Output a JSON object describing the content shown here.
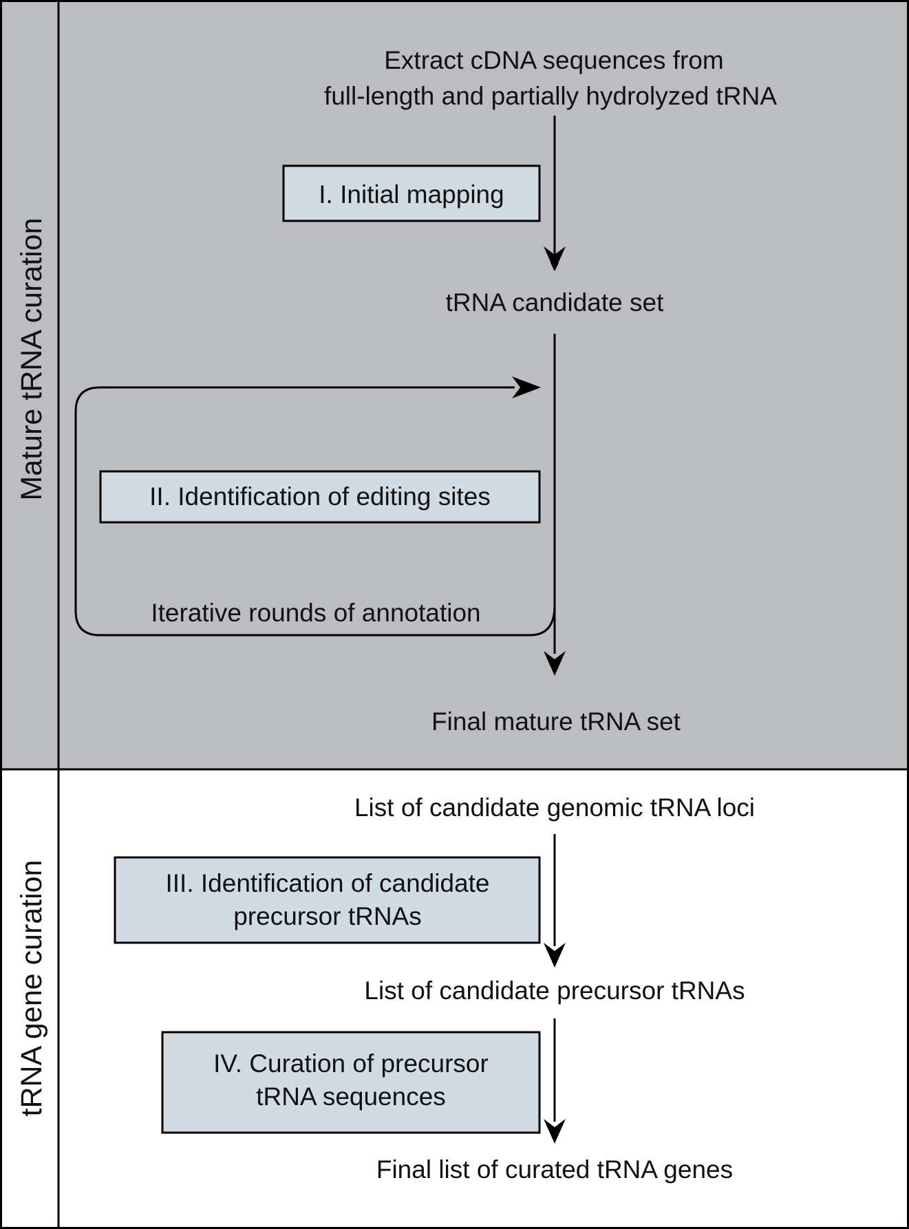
{
  "colors": {
    "top_panel_bg": "#bcbdc0",
    "bottom_panel_bg": "#ffffff",
    "step_box_bg": "#d1dbe4",
    "line": "#000000"
  },
  "sections": {
    "mature": "Mature tRNA curation",
    "gene": "tRNA gene curation"
  },
  "mature_flow": {
    "input_line1": "Extract cDNA sequences from",
    "input_line2": "full-length and partially hydrolyzed tRNA",
    "step1": "I. Initial mapping",
    "candidate_set": "tRNA candidate set",
    "step2": "II. Identification of editing sites",
    "loop_label": "Iterative rounds of annotation",
    "final_set": "Final mature tRNA set"
  },
  "gene_flow": {
    "loci": "List of candidate genomic tRNA loci",
    "step3_line1": "III. Identification of candidate",
    "step3_line2": "precursor tRNAs",
    "precursors": "List of candidate precursor tRNAs",
    "step4_line1": "IV. Curation of precursor",
    "step4_line2": "tRNA sequences",
    "final_genes": "Final list of curated tRNA genes"
  }
}
